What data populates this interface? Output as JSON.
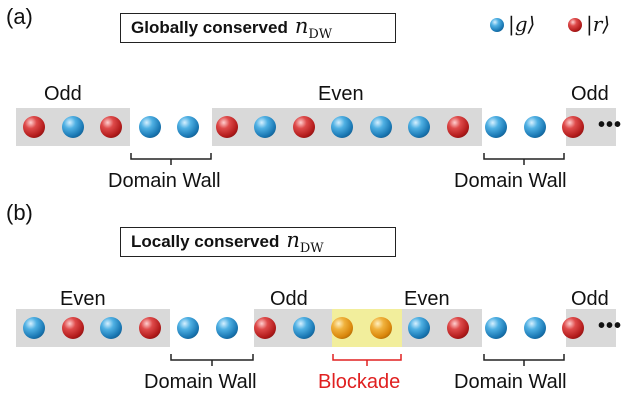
{
  "panels": [
    {
      "label": "(a)",
      "box": {
        "text": "Globally conserved",
        "math_var": "n",
        "math_sub": "DW"
      },
      "regions": [
        "Odd",
        "Even",
        "Odd"
      ],
      "chain": [
        "r",
        "g",
        "r",
        "g",
        "g",
        "r",
        "g",
        "r",
        "g",
        "g",
        "g",
        "r",
        "g",
        "g",
        "r"
      ],
      "walls": [
        "Domain Wall",
        "Domain Wall"
      ],
      "ellipsis": "•••"
    },
    {
      "label": "(b)",
      "box": {
        "text": "Locally conserved",
        "math_var": "n",
        "math_sub": "DW"
      },
      "regions": [
        "Even",
        "Odd",
        "Even",
        "Odd"
      ],
      "chain": [
        "g",
        "r",
        "g",
        "r",
        "g",
        "g",
        "r",
        "g",
        "o",
        "o",
        "g",
        "r",
        "g",
        "g",
        "r"
      ],
      "walls": [
        "Domain Wall",
        "Domain Wall"
      ],
      "blockade": "Blockade",
      "ellipsis": "•••"
    }
  ],
  "legend": [
    {
      "state": "|g⟩",
      "atom": "ground-state-atom"
    },
    {
      "state": "|r⟩",
      "atom": "rydberg-state-atom"
    }
  ],
  "colors": {
    "ground_atom": "#1a78b4",
    "rydberg_atom": "#b31c1c",
    "blockade_atom": "#d9860b",
    "blockade_highlight": "#f2ee9c",
    "blockade_label": "#e02020",
    "chain_background": "#d9d9d9"
  }
}
